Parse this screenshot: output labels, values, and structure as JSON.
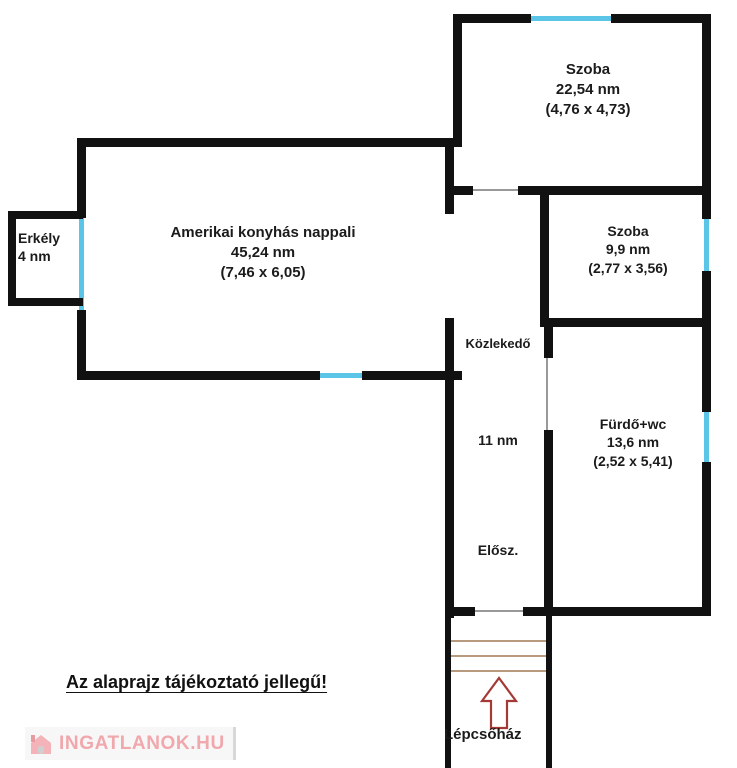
{
  "plan": {
    "rooms": [
      {
        "id": "amerikai-konyhas-nappali",
        "name": "Amerikai konyhás nappali",
        "area": "45,24 nm",
        "dimensions": "(7,46 x 6,05)"
      },
      {
        "id": "szoba-1",
        "name": "Szoba",
        "area": "22,54 nm",
        "dimensions": "(4,76 x 4,73)"
      },
      {
        "id": "szoba-2",
        "name": "Szoba",
        "area": "9,9 nm",
        "dimensions": "(2,77 x 3,56)"
      },
      {
        "id": "furdo-wc",
        "name": "Fürdő+wc",
        "area": "13,6 nm",
        "dimensions": "(2,52 x 5,41)"
      },
      {
        "id": "erkely",
        "name": "Erkély",
        "area": "4 nm",
        "dimensions": ""
      },
      {
        "id": "kozlekedo",
        "name": "Közlekedő",
        "area": "11 nm",
        "dimensions": ""
      },
      {
        "id": "elosz",
        "name": "Elősz.",
        "area": "",
        "dimensions": ""
      },
      {
        "id": "lepcsohaz",
        "name": "Lépcsőház",
        "area": "",
        "dimensions": ""
      }
    ],
    "disclaimer": "Az alaprajz tájékoztató jellegű!",
    "colors": {
      "wall": "#111111",
      "window": "#5bc5e8",
      "stair_line": "#b89a7e",
      "arrow": "#a33a36",
      "text": "#1b1b1b",
      "watermark_pink": "#f0a8ad"
    }
  },
  "watermark": {
    "text": "INGATLANOK.HU",
    "icon": "house-icon"
  }
}
